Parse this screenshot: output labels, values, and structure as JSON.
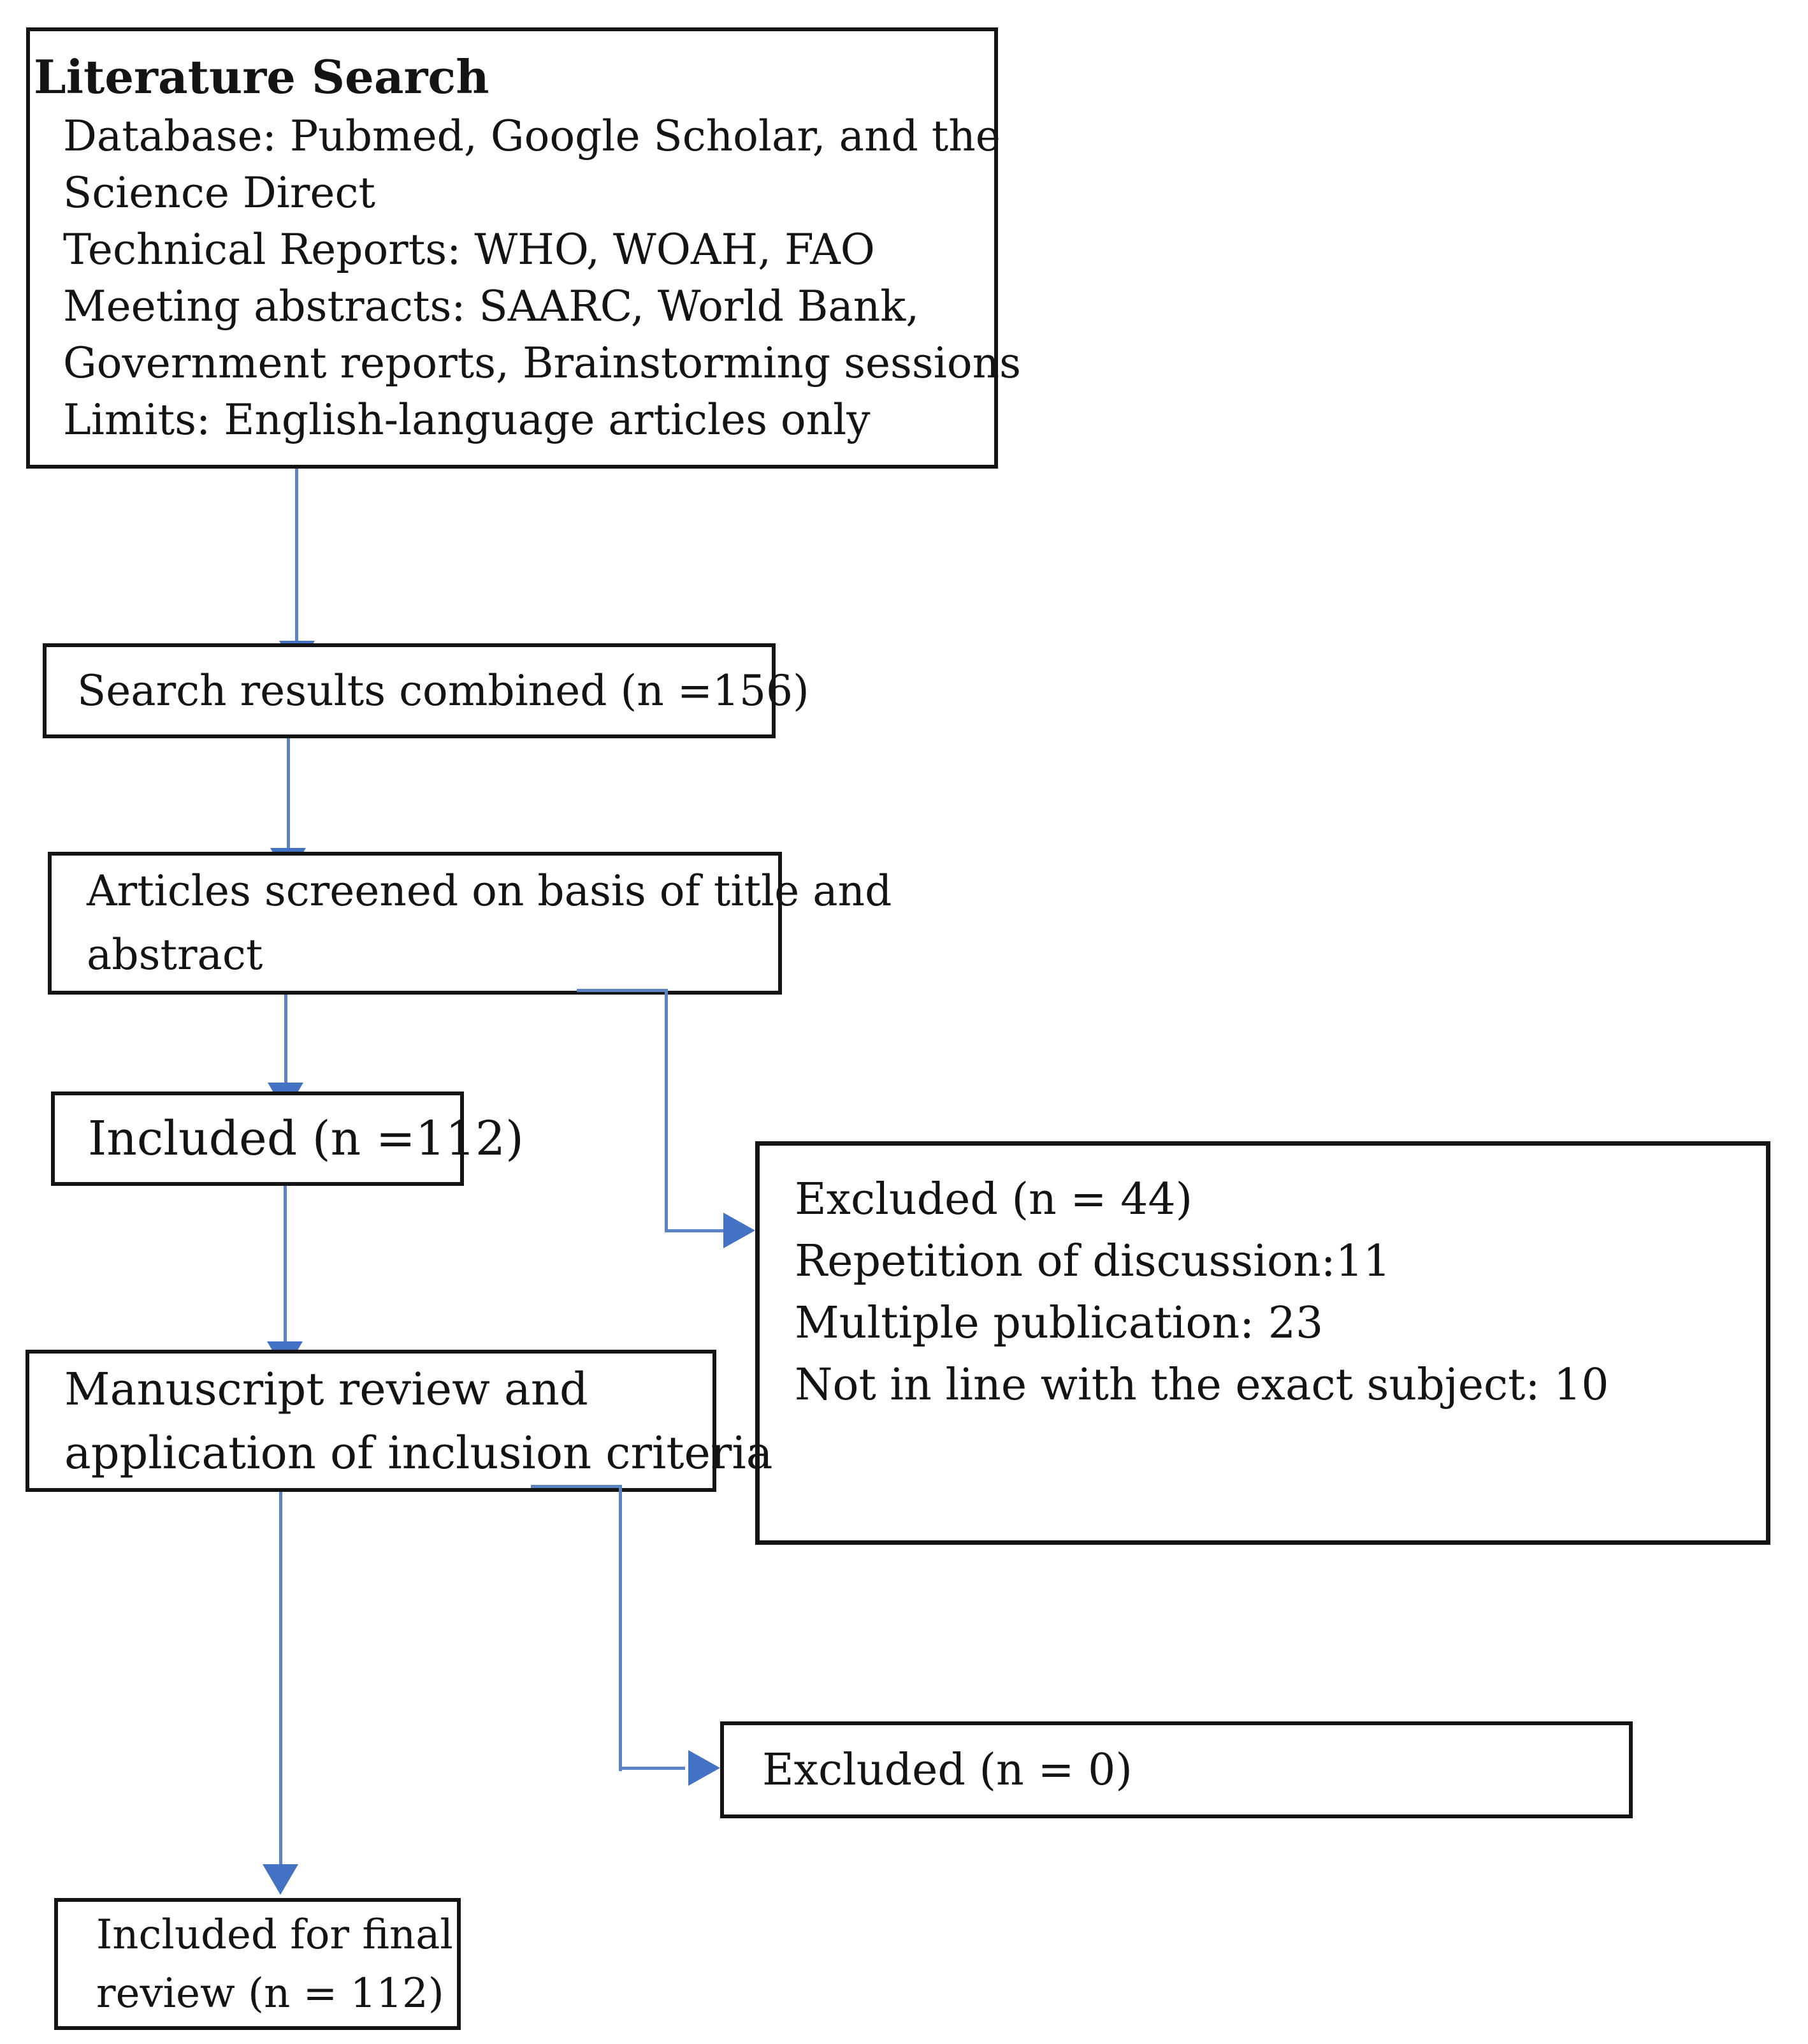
{
  "colors": {
    "connector_line": "#5b84c4",
    "arrowhead": "#4472c4",
    "box_border": "#141414",
    "text": "#141414",
    "background": "#ffffff"
  },
  "boxes": {
    "literature": {
      "title": "Literature Search",
      "lines": [
        "Database: Pubmed, Google Scholar, and the",
        "Science Direct",
        "Technical Reports: WHO, WOAH, FAO",
        "Meeting abstracts: SAARC, World Bank,",
        "Government reports, Brainstorming sessions",
        "Limits: English-language articles only"
      ]
    },
    "search_results": {
      "label": "Search results combined (n =156)"
    },
    "articles_screened": {
      "lines": [
        "Articles screened on basis of title and",
        "abstract"
      ]
    },
    "included": {
      "label": "Included (n =112)"
    },
    "excluded_44": {
      "lines": [
        "Excluded (n = 44)",
        "Repetition of discussion:11",
        "Multiple publication: 23",
        "Not in line with the exact subject: 10"
      ]
    },
    "manuscript_review": {
      "lines": [
        "Manuscript review and",
        "application of inclusion criteria"
      ]
    },
    "excluded_0": {
      "label": "Excluded (n = 0)"
    },
    "final_review": {
      "lines": [
        "Included for final",
        "review (n = 112)"
      ]
    }
  }
}
